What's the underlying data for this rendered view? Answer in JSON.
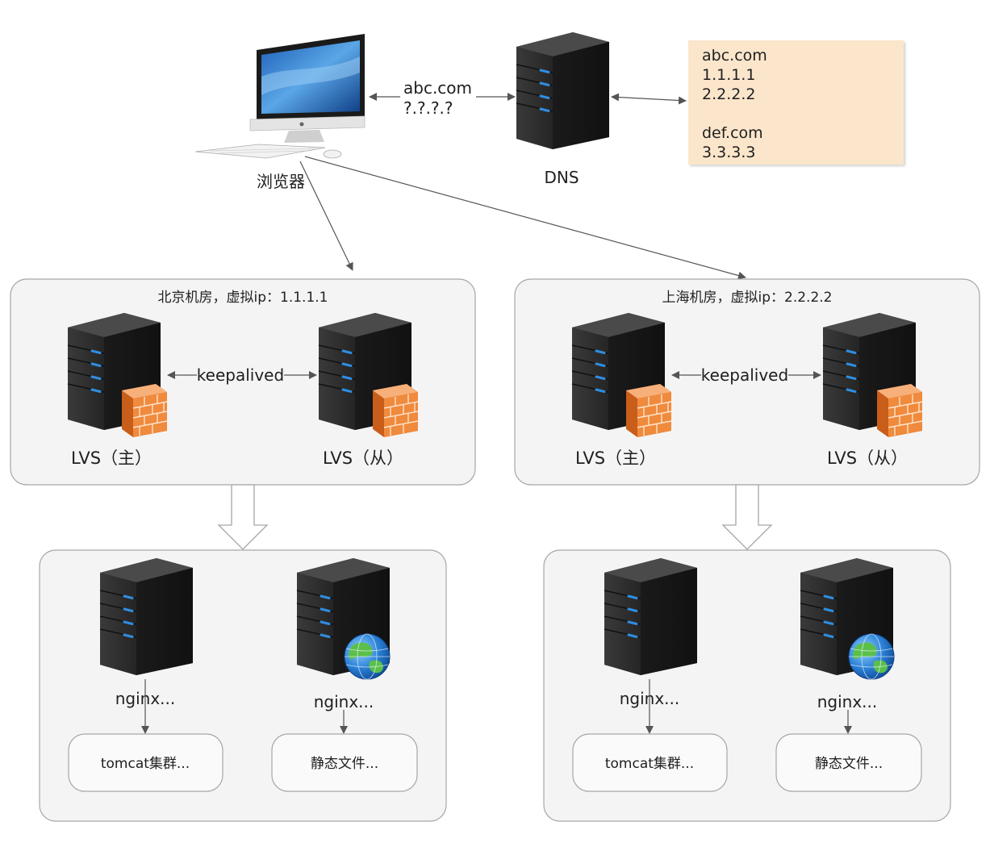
{
  "browser": {
    "label": "浏览器"
  },
  "dns": {
    "label": "DNS"
  },
  "query": {
    "domain": "abc.com",
    "ip_unknown": "?.?.?.?"
  },
  "dns_records": {
    "lines": [
      "abc.com",
      "1.1.1.1",
      "2.2.2.2",
      "",
      "def.com",
      "3.3.3.3"
    ],
    "background": "#fbe6cc"
  },
  "datacenters": [
    {
      "title": "北京机房，虚拟ip：1.1.1.1",
      "lvs_master": "LVS（主）",
      "lvs_slave": "LVS（从）",
      "link": "keepalived",
      "nginx_a": "nginx...",
      "nginx_b": "nginx...",
      "backend_a": "tomcat集群...",
      "backend_b": "静态文件..."
    },
    {
      "title": "上海机房，虚拟ip：2.2.2.2",
      "lvs_master": "LVS（主）",
      "lvs_slave": "LVS（从）",
      "link": "keepalived",
      "nginx_a": "nginx...",
      "nginx_b": "nginx...",
      "backend_a": "tomcat集群...",
      "backend_b": "静态文件..."
    }
  ],
  "colors": {
    "container_fill": "#f4f4f4",
    "container_stroke": "#a6a6a6",
    "server_body": "#2e2e2e",
    "server_light": "#2f8de0",
    "firewall": "#f08a3c",
    "globe": "#3a7fd0",
    "arrow": "#555555"
  }
}
